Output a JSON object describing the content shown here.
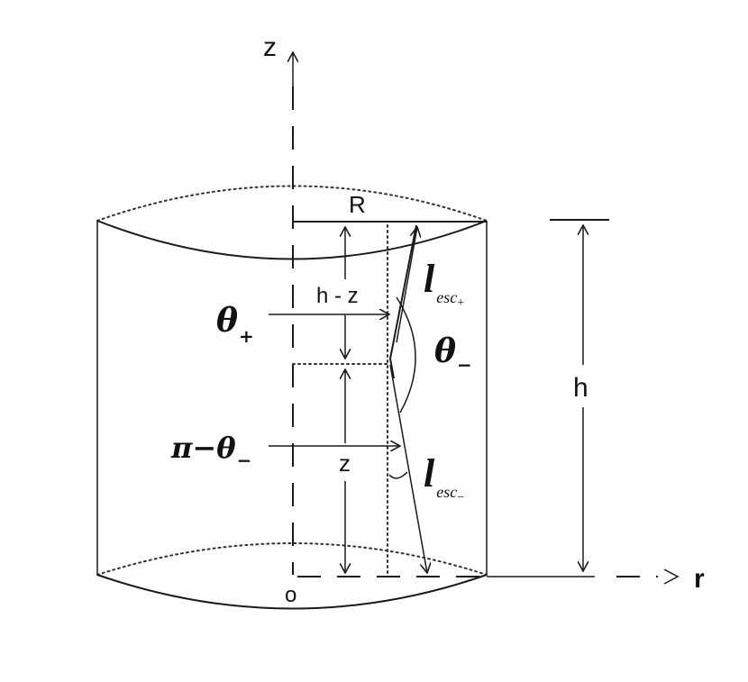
{
  "labels": {
    "z_axis": "z",
    "r_axis": "r",
    "origin": "o",
    "radius": "R",
    "h_minus_z": "h - z",
    "z_segment": "z",
    "height": "h",
    "theta_plus": "θ",
    "theta_plus_sub": "+",
    "theta_minus": "θ",
    "theta_minus_sub": "−",
    "pi_minus_theta": "π−θ",
    "pi_minus_theta_sub": "−",
    "l_esc": "l",
    "esc_sub": "esc",
    "esc_plus_sub": "+",
    "esc_minus_sub": "−"
  }
}
